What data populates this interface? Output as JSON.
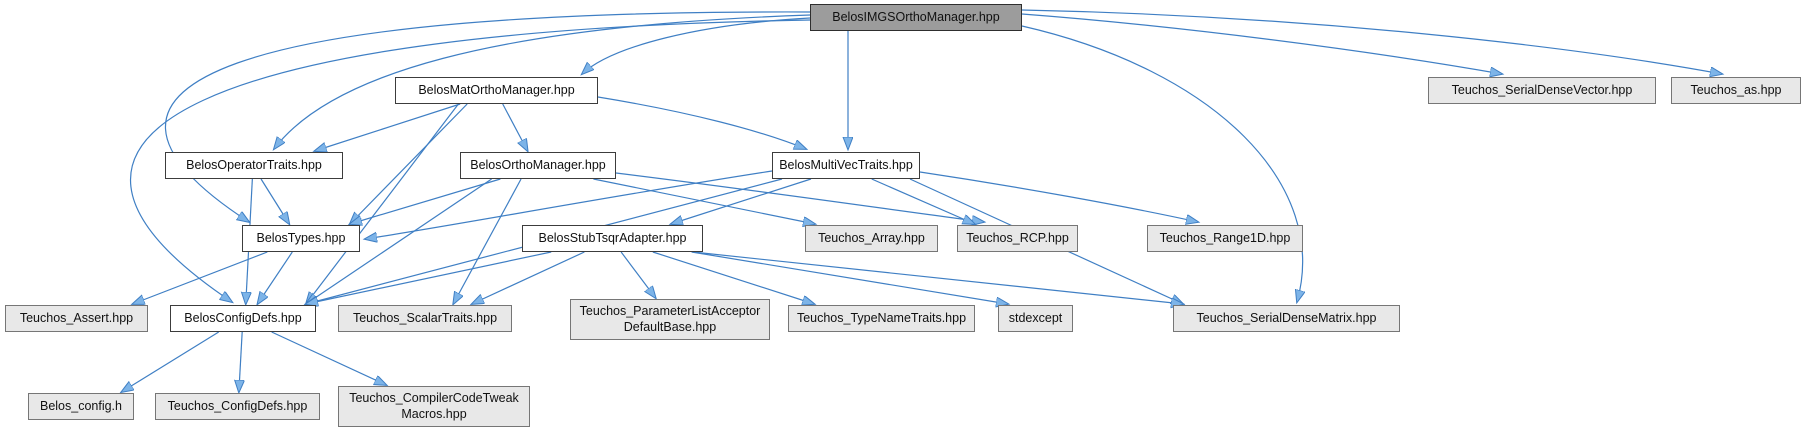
{
  "diagram": {
    "type": "include-dependency-graph",
    "colors": {
      "edge": "#3f7fc4",
      "arrow_fill": "#7db4e8",
      "main_node_fill": "#9c9c9c",
      "linked_node_fill": "#ffffff",
      "leaf_node_fill": "#e8e8e8"
    },
    "nodes": {
      "imgs": {
        "label": "BelosIMGSOrthoManager.hpp"
      },
      "mat": {
        "label": "BelosMatOrthoManager.hpp"
      },
      "sdvector": {
        "label": "Teuchos_SerialDenseVector.hpp"
      },
      "as": {
        "label": "Teuchos_as.hpp"
      },
      "operator": {
        "label": "BelosOperatorTraits.hpp"
      },
      "ortho": {
        "label": "BelosOrthoManager.hpp"
      },
      "multivec": {
        "label": "BelosMultiVecTraits.hpp"
      },
      "types": {
        "label": "BelosTypes.hpp"
      },
      "stub": {
        "label": "BelosStubTsqrAdapter.hpp"
      },
      "array": {
        "label": "Teuchos_Array.hpp"
      },
      "rcp": {
        "label": "Teuchos_RCP.hpp"
      },
      "range1d": {
        "label": "Teuchos_Range1D.hpp"
      },
      "assert": {
        "label": "Teuchos_Assert.hpp"
      },
      "configdefs": {
        "label": "BelosConfigDefs.hpp"
      },
      "scalartraits": {
        "label": "Teuchos_ScalarTraits.hpp"
      },
      "plad": {
        "label": "Teuchos_ParameterListAcceptor\nDefaultBase.hpp"
      },
      "typename": {
        "label": "Teuchos_TypeNameTraits.hpp"
      },
      "stdexcept": {
        "label": "stdexcept"
      },
      "sdmatrix": {
        "label": "Teuchos_SerialDenseMatrix.hpp"
      },
      "config_h": {
        "label": "Belos_config.h"
      },
      "tconfigdefs": {
        "label": "Teuchos_ConfigDefs.hpp"
      },
      "tweakmacros": {
        "label": "Teuchos_CompilerCodeTweak\nMacros.hpp"
      }
    },
    "edges": [
      {
        "from": "imgs",
        "to": "mat"
      },
      {
        "from": "imgs",
        "to": "operator"
      },
      {
        "from": "imgs",
        "to": "multivec"
      },
      {
        "from": "imgs",
        "to": "types"
      },
      {
        "from": "imgs",
        "to": "configdefs"
      },
      {
        "from": "imgs",
        "to": "sdvector"
      },
      {
        "from": "imgs",
        "to": "as"
      },
      {
        "from": "imgs",
        "to": "sdmatrix"
      },
      {
        "from": "mat",
        "to": "operator"
      },
      {
        "from": "mat",
        "to": "ortho"
      },
      {
        "from": "mat",
        "to": "multivec"
      },
      {
        "from": "mat",
        "to": "types"
      },
      {
        "from": "mat",
        "to": "configdefs"
      },
      {
        "from": "operator",
        "to": "types"
      },
      {
        "from": "operator",
        "to": "configdefs"
      },
      {
        "from": "ortho",
        "to": "types"
      },
      {
        "from": "ortho",
        "to": "configdefs"
      },
      {
        "from": "ortho",
        "to": "array"
      },
      {
        "from": "ortho",
        "to": "rcp"
      },
      {
        "from": "ortho",
        "to": "scalartraits"
      },
      {
        "from": "multivec",
        "to": "types"
      },
      {
        "from": "multivec",
        "to": "stub"
      },
      {
        "from": "multivec",
        "to": "configdefs"
      },
      {
        "from": "multivec",
        "to": "rcp"
      },
      {
        "from": "multivec",
        "to": "range1d"
      },
      {
        "from": "multivec",
        "to": "sdmatrix"
      },
      {
        "from": "types",
        "to": "assert"
      },
      {
        "from": "types",
        "to": "configdefs"
      },
      {
        "from": "stub",
        "to": "configdefs"
      },
      {
        "from": "stub",
        "to": "scalartraits"
      },
      {
        "from": "stub",
        "to": "plad"
      },
      {
        "from": "stub",
        "to": "typename"
      },
      {
        "from": "stub",
        "to": "stdexcept"
      },
      {
        "from": "stub",
        "to": "sdmatrix"
      },
      {
        "from": "configdefs",
        "to": "config_h"
      },
      {
        "from": "configdefs",
        "to": "tconfigdefs"
      },
      {
        "from": "configdefs",
        "to": "tweakmacros"
      }
    ]
  }
}
